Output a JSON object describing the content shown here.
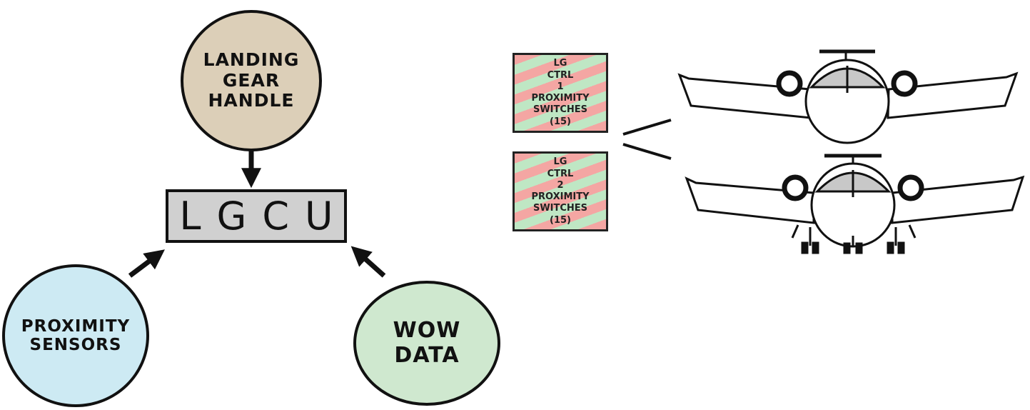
{
  "nodes": {
    "landing_gear_handle": "Landing\ngear\nHandle",
    "proximity_sensors": "Proximity\nSensors",
    "wow_data": "WOW\nData",
    "lgcu": "LGCU"
  },
  "controllers": [
    {
      "label": "LG\nCTRL\n1\nProximity\nSwitches\n(15)"
    },
    {
      "label": "LG\nCTRL\n2\nProximity\nSwitches\n(15)"
    }
  ],
  "colors": {
    "handle_fill": "#dccfb8",
    "proximity_fill": "#cdeaf3",
    "wow_fill": "#cfe8cf",
    "lgcu_fill": "#d0d0d0",
    "ctrl_stripe_red": "#f4a6a3",
    "ctrl_stripe_green": "#bfe7c4"
  },
  "icons": {
    "top_aircraft": "aircraft-front-gear-up-icon",
    "bottom_aircraft": "aircraft-front-gear-down-icon"
  }
}
